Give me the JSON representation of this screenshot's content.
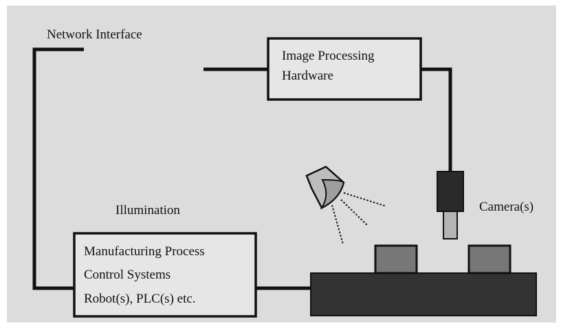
{
  "labels": {
    "network_interface": "Network Interface",
    "image_processing_line1": "Image Processing",
    "image_processing_line2": "Hardware",
    "illumination": "Illumination",
    "camera": "Camera(s)",
    "control_line1": "Manufacturing Process",
    "control_line2": "Control Systems",
    "control_line3": "Robot(s), PLC(s) etc."
  },
  "colors": {
    "background": "#dcdcdc",
    "outline": "#111111",
    "box_fill": "#e6e6e6",
    "conveyor": "#333333",
    "part": "#777777",
    "camera_body": "#2a2a2a",
    "camera_lens": "#b4b4b4",
    "lamp": "#bdbdbd"
  }
}
